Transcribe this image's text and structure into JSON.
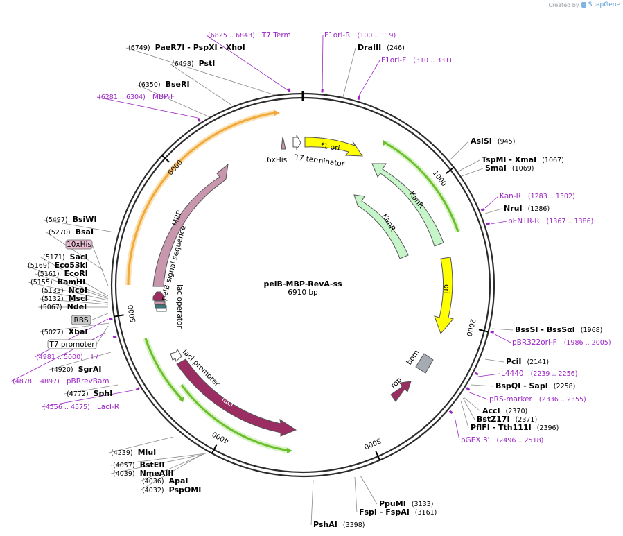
{
  "brand": {
    "created_by": "Created by",
    "product": "SnapGene"
  },
  "plasmid": {
    "name": "pelB-MBP-RevA-ss",
    "size": "6910 bp",
    "length_bp": 6910
  },
  "ticks": [
    {
      "bp": 1000,
      "label": "1000"
    },
    {
      "bp": 2000,
      "label": "2000"
    },
    {
      "bp": 3000,
      "label": "3000"
    },
    {
      "bp": 4000,
      "label": "4000"
    },
    {
      "bp": 5000,
      "label": "5000"
    },
    {
      "bp": 6000,
      "label": "6000"
    }
  ],
  "sites": [
    {
      "bp": 6749,
      "pos": "(6749)",
      "name": "PaeR7I - PspXI - XhoI"
    },
    {
      "bp": 6498,
      "pos": "(6498)",
      "name": "PstI"
    },
    {
      "bp": 6350,
      "pos": "(6350)",
      "name": "BseRI"
    },
    {
      "bp": 246,
      "pos": "(246)",
      "name": "DraIII"
    },
    {
      "bp": 945,
      "pos": "(945)",
      "name": "AsiSI"
    },
    {
      "bp": 1067,
      "pos": "(1067)",
      "name": "TspMI - XmaI"
    },
    {
      "bp": 1069,
      "pos": "(1069)",
      "name": "SmaI"
    },
    {
      "bp": 1286,
      "pos": "(1286)",
      "name": "NruI"
    },
    {
      "bp": 1968,
      "pos": "(1968)",
      "name": "BssSI - BssSαI"
    },
    {
      "bp": 2141,
      "pos": "(2141)",
      "name": "PciI"
    },
    {
      "bp": 2258,
      "pos": "(2258)",
      "name": "BspQI - SapI"
    },
    {
      "bp": 2370,
      "pos": "(2370)",
      "name": "AccI"
    },
    {
      "bp": 2371,
      "pos": "(2371)",
      "name": "BstZ17I"
    },
    {
      "bp": 2396,
      "pos": "(2396)",
      "name": "PflFI - Tth111I"
    },
    {
      "bp": 3133,
      "pos": "(3133)",
      "name": "PpuMI"
    },
    {
      "bp": 3161,
      "pos": "(3161)",
      "name": "FspI - FspAI"
    },
    {
      "bp": 3398,
      "pos": "(3398)",
      "name": "PshAI"
    },
    {
      "bp": 4032,
      "pos": "(4032)",
      "name": "PspOMI"
    },
    {
      "bp": 4036,
      "pos": "(4036)",
      "name": "ApaI"
    },
    {
      "bp": 4039,
      "pos": "(4039)",
      "name": "NmeAIII"
    },
    {
      "bp": 4057,
      "pos": "(4057)",
      "name": "BstEII"
    },
    {
      "bp": 4239,
      "pos": "(4239)",
      "name": "MluI"
    },
    {
      "bp": 4772,
      "pos": "(4772)",
      "name": "SphI"
    },
    {
      "bp": 4920,
      "pos": "(4920)",
      "name": "SgrAI"
    },
    {
      "bp": 5027,
      "pos": "(5027)",
      "name": "XbaI"
    },
    {
      "bp": 5067,
      "pos": "(5067)",
      "name": "NdeI"
    },
    {
      "bp": 5132,
      "pos": "(5132)",
      "name": "MscI"
    },
    {
      "bp": 5133,
      "pos": "(5133)",
      "name": "NcoI"
    },
    {
      "bp": 5155,
      "pos": "(5155)",
      "name": "BamHI"
    },
    {
      "bp": 5161,
      "pos": "(5161)",
      "name": "EcoRI"
    },
    {
      "bp": 5169,
      "pos": "(5169)",
      "name": "Eco53kI"
    },
    {
      "bp": 5171,
      "pos": "(5171)",
      "name": "SacI"
    },
    {
      "bp": 5270,
      "pos": "(5270)",
      "name": "BsaI"
    },
    {
      "bp": 5497,
      "pos": "(5497)",
      "name": "BsiWI"
    }
  ],
  "primers": [
    {
      "bp": 6834,
      "name": "T7 Term",
      "range": "(6825 .. 6843)"
    },
    {
      "bp": 110,
      "name": "F1ori-R",
      "range": "(100 .. 119)"
    },
    {
      "bp": 320,
      "name": "F1ori-F",
      "range": "(310 .. 331)"
    },
    {
      "bp": 6292,
      "name": "MBP-F",
      "range": "(6281 .. 6304)"
    },
    {
      "bp": 1292,
      "name": "Kan-R",
      "range": "(1283 .. 1302)"
    },
    {
      "bp": 1376,
      "name": "pENTR-R",
      "range": "(1367 .. 1386)"
    },
    {
      "bp": 1995,
      "name": "pBR322ori-F",
      "range": "(1986 .. 2005)"
    },
    {
      "bp": 2247,
      "name": "L4440",
      "range": "(2239 .. 2256)"
    },
    {
      "bp": 2345,
      "name": "pRS-marker",
      "range": "(2336 .. 2355)"
    },
    {
      "bp": 2507,
      "name": "pGEX 3'",
      "range": "(2496 .. 2518)"
    },
    {
      "bp": 4990,
      "name": "T7",
      "range": "(4981 .. 5000)"
    },
    {
      "bp": 4887,
      "name": "pBRrevBam",
      "range": "(4878 .. 4897)"
    },
    {
      "bp": 4565,
      "name": "LacI-R",
      "range": "(4556 .. 4575)"
    }
  ],
  "boxed_labels": [
    {
      "name": "10xHis",
      "fill": "#e8bfd3"
    },
    {
      "name": "RBS",
      "fill": "#c8c8c8"
    },
    {
      "name": "T7 promoter",
      "fill": "#ffffff"
    }
  ],
  "features": [
    {
      "name": "f1 ori",
      "color": "#ffff00",
      "from": 40,
      "to": 490,
      "dir": "cw"
    },
    {
      "name": "KanR",
      "color": "#c5f5c8",
      "from": 1600,
      "to": 860,
      "dir": "ccw"
    },
    {
      "name": "KanR",
      "color": "#c5f5c8",
      "from": 1640,
      "to": 860,
      "dir": "ccw"
    },
    {
      "name": "ori",
      "color": "#ffff00",
      "from": 1550,
      "to": 2150,
      "dir": "cw"
    },
    {
      "name": "bom",
      "color": "#a6abb3"
    },
    {
      "name": "rop",
      "color": "#9b2d62"
    },
    {
      "name": "lacI",
      "color": "#9b2d62",
      "from": 3540,
      "to": 4620,
      "dir": "ccw"
    },
    {
      "name": "lacI promoter",
      "color": "#ffffff"
    },
    {
      "name": "lac operator",
      "color": "#ffffff"
    },
    {
      "name": "pelB signal sequence",
      "color": "#9b2d62"
    },
    {
      "name": "MBP",
      "color": "#c896ad",
      "from": 5280,
      "to": 6410,
      "dir": "cw"
    },
    {
      "name": "6xHis",
      "color": "#c896ad"
    },
    {
      "name": "T7 terminator",
      "color": "#ffffff"
    }
  ],
  "orfs": [
    {
      "color": "#f2a93b"
    },
    {
      "color": "#6bbf2d"
    },
    {
      "color": "#6bbf2d"
    },
    {
      "color": "#6bbf2d"
    }
  ]
}
